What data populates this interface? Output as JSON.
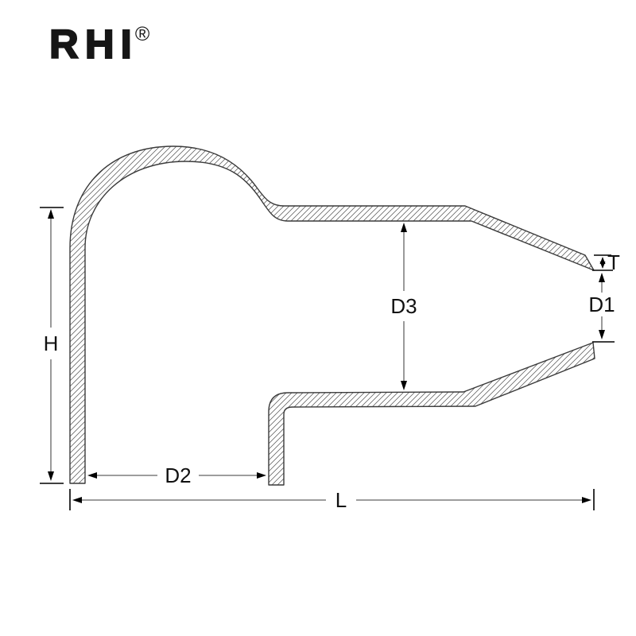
{
  "logo": {
    "text": "RHI",
    "registered_mark": "®"
  },
  "drawing": {
    "title": "rubber cap cross-section technical drawing",
    "dimension_labels": {
      "h": "H",
      "d1": "D1",
      "d2": "D2",
      "d3": "D3",
      "t": "T",
      "l": "L"
    },
    "colors": {
      "outline": "#3a3a3a",
      "hatch_line": "#555555",
      "dimension_shaft": "#8f8f8f",
      "dimension_marks": "#000000",
      "label_text": "#111111",
      "background": "#ffffff"
    }
  }
}
